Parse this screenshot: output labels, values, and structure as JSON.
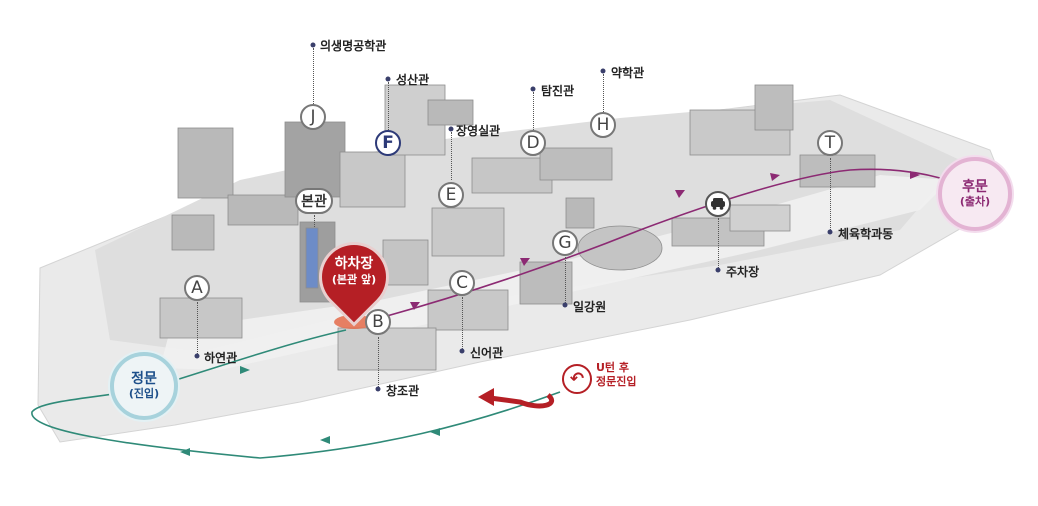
{
  "buildings": {
    "J": {
      "code": "J",
      "name": "의생명공학관"
    },
    "F": {
      "code": "F",
      "name": "성산관"
    },
    "D": {
      "code": "D",
      "name": "탐진관"
    },
    "H": {
      "code": "H",
      "name": "약학관"
    },
    "E": {
      "code": "E",
      "name": "장영실관"
    },
    "main": {
      "code": "본관"
    },
    "A": {
      "code": "A",
      "name": "하연관"
    },
    "B": {
      "code": "B",
      "name": "창조관"
    },
    "C": {
      "code": "C",
      "name": "신어관"
    },
    "G": {
      "code": "G",
      "name": "일강원"
    },
    "T": {
      "code": "T",
      "name": "체육학과동"
    }
  },
  "parking": {
    "name": "주차장",
    "icon": "car-icon"
  },
  "drop_off": {
    "line1": "하차장",
    "line2": "(본관 앞)"
  },
  "main_gate": {
    "line1": "정문",
    "line2": "(진입)"
  },
  "back_gate": {
    "line1": "후문",
    "line2": "(출차)"
  },
  "u_turn": {
    "icon": "u-turn-icon",
    "line1": "U턴 후",
    "line2": "정문진입"
  },
  "colors": {
    "route_in": "#2f8a78",
    "route_out": "#8c2a73",
    "u_turn": "#b51f25",
    "pin_blue": "#2d3a78"
  }
}
